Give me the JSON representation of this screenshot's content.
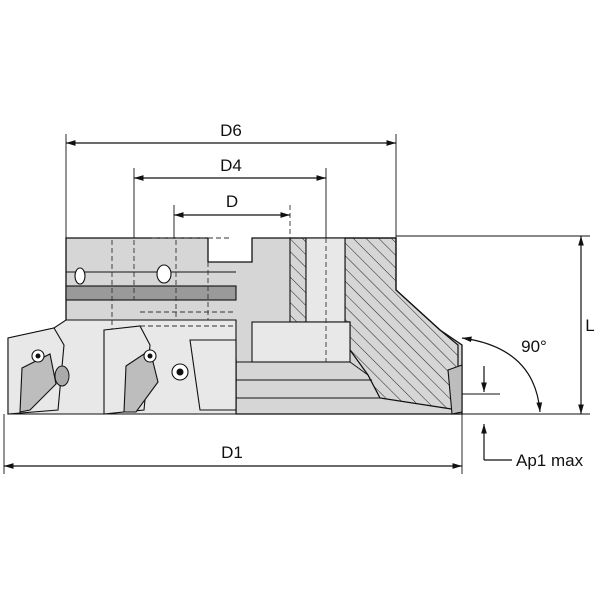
{
  "diagram": {
    "labels": {
      "d6": "D6",
      "d4": "D4",
      "d": "D",
      "d1": "D1",
      "l": "L",
      "angle": "90°",
      "ap1": "Ap1 max"
    }
  }
}
